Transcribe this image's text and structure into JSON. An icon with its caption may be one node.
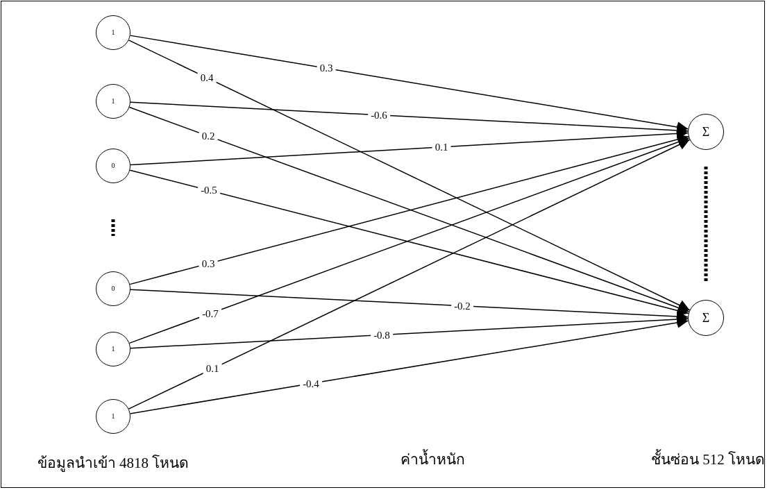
{
  "diagram": {
    "nodes": [
      {
        "text": [
          "1"
        ]
      },
      {
        "text": [
          "1"
        ]
      },
      {
        "text": [
          "0"
        ]
      },
      {
        "text": [
          "0"
        ]
      },
      {
        "text": [
          "1"
        ]
      },
      {
        "text": [
          "1"
        ]
      },
      {
        "text": [
          "Σ"
        ]
      },
      {
        "text": [
          "Σ"
        ]
      }
    ],
    "edges": [
      {
        "from": 0,
        "to": 6,
        "arrow": "to",
        "label": "0.3"
      },
      {
        "from": 0,
        "to": 7,
        "arrow": "to",
        "label": "0.4"
      },
      {
        "from": 1,
        "to": 6,
        "arrow": "to",
        "label": "-0.6"
      },
      {
        "from": 1,
        "to": 7,
        "arrow": "to",
        "label": "0.2"
      },
      {
        "from": 2,
        "to": 6,
        "arrow": "to",
        "label": "0.1"
      },
      {
        "from": 2,
        "to": 7,
        "arrow": "to",
        "label": "-0.5"
      },
      {
        "from": 3,
        "to": 6,
        "arrow": "to",
        "label": "0.3"
      },
      {
        "from": 3,
        "to": 7,
        "arrow": "to",
        "label": "-0.2"
      },
      {
        "from": 4,
        "to": 6,
        "arrow": "to",
        "label": "-0.7"
      },
      {
        "from": 4,
        "to": 7,
        "arrow": "to",
        "label": "-0.8"
      },
      {
        "from": 5,
        "to": 6,
        "arrow": "to",
        "label": "0.1"
      },
      {
        "from": 5,
        "to": 7,
        "arrow": "to",
        "label": "-0.4"
      }
    ],
    "labels": [
      "ข้อมูลนำเข้า 4818 โหนด",
      "ค่าน้ำหนัก",
      "ชั้นซ่อน 512 โหนด"
    ]
  }
}
